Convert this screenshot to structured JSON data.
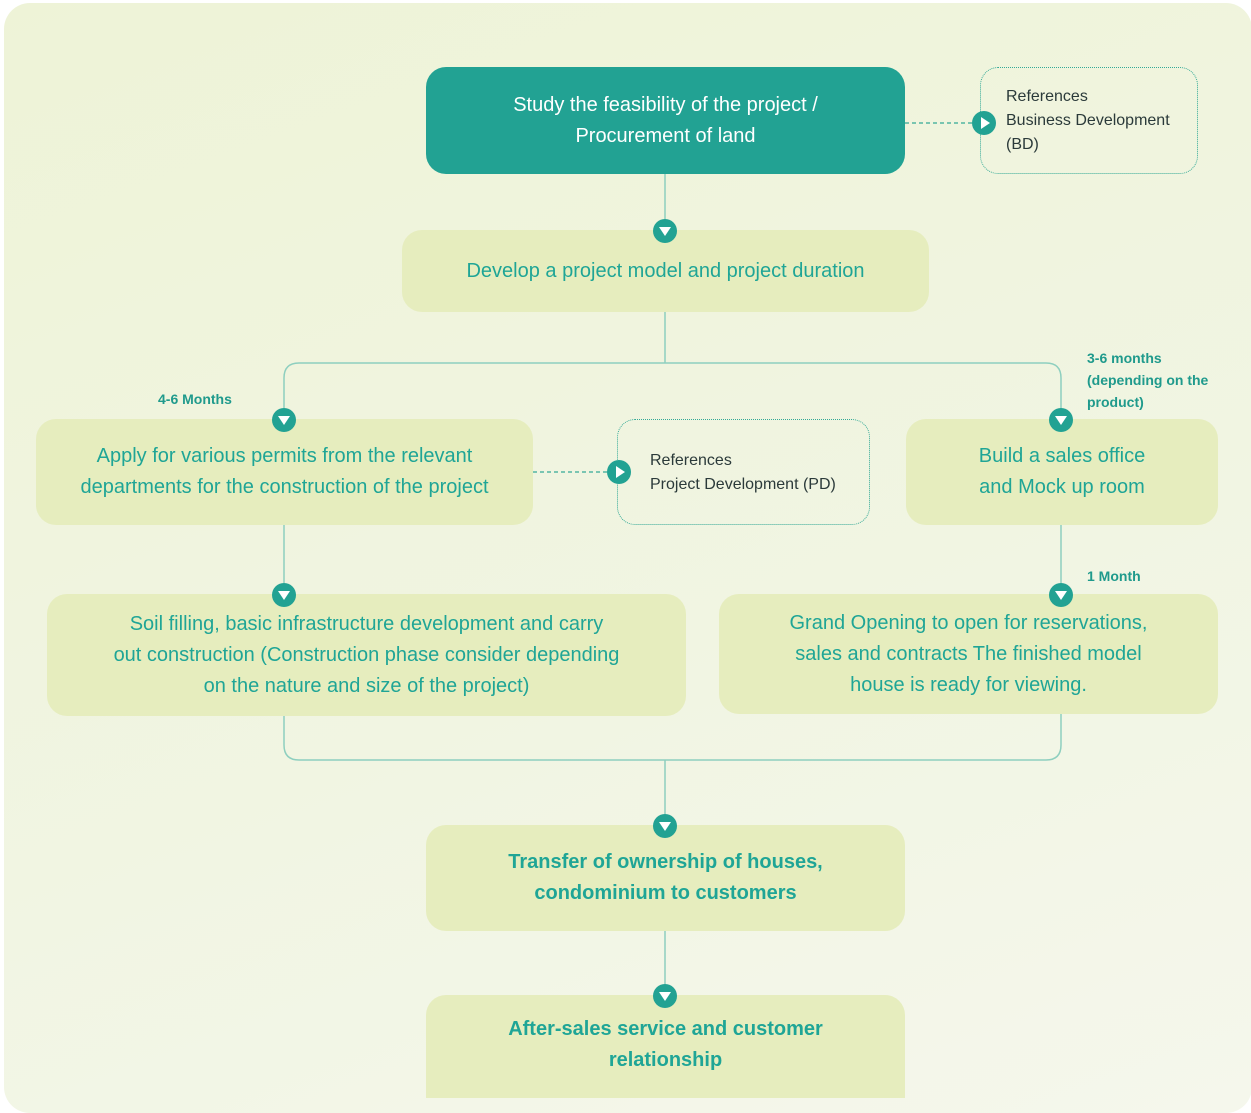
{
  "steps": {
    "feasibility": "Study the feasibility of the project /\nProcurement of land",
    "model": "Develop a project model and project duration",
    "permits": "Apply for various permits from the relevant\ndepartments for the construction of the project",
    "sales_office": "Build a sales office\nand Mock up room",
    "construction": "Soil filling, basic infrastructure development and carry\nout construction (Construction phase consider depending\non the nature and size of the project)",
    "grand_opening": "Grand Opening to open for reservations,\nsales and contracts The finished model\nhouse is ready for viewing.",
    "transfer": "Transfer of ownership of houses,\ncondominium to customers",
    "after_sales": "After-sales service and customer\nrelationship"
  },
  "references": {
    "bd": "References\nBusiness Development\n(BD)",
    "pd": "References\nProject Development (PD)"
  },
  "durations": {
    "permits": "4-6 Months",
    "sales_office": "3-6 months\n(depending on the\nproduct)",
    "grand_opening": "1 Month"
  },
  "colors": {
    "primary": "#22a293",
    "box_fill": "#e6edbe",
    "text_accent": "#1fa596",
    "background": "#eef3d7"
  },
  "icons": {
    "flow_marker": "chevron-down-circle-icon",
    "reference_marker": "play-circle-icon"
  }
}
